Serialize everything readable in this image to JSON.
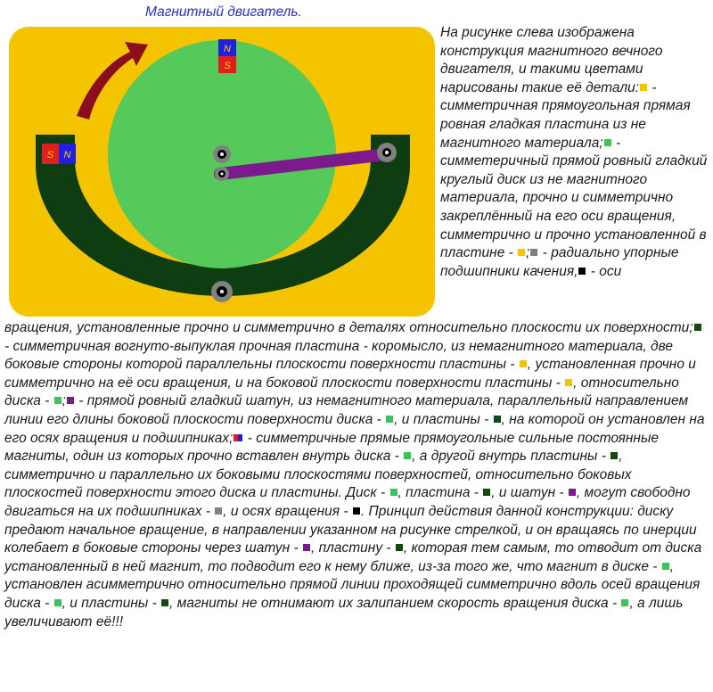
{
  "title": "Магнитный двигатель.",
  "colors": {
    "plate": "#f5c400",
    "disk": "#55c95a",
    "beam": "#0f3d12",
    "rod": "#7b1a8c",
    "arrow": "#8b0f1a",
    "magnet_south": "#e02020",
    "magnet_north": "#2020e0",
    "bearing": "#808080",
    "axis": "#000000"
  },
  "diagram": {
    "disk_magnet": {
      "north": "N",
      "south": "S"
    },
    "beam_magnet": {
      "south": "S",
      "north": "N"
    }
  },
  "right_text": {
    "t1": "На рисунке слева изображена конструкция магнитного вечного двигателя, и такими цветами нарисованы такие её детали:",
    "t2": " - симметричная прямоугольная прямая ровная гладкая пластина из не магнитного материала;",
    "t3": " - симметеричный прямой ровный гладкий круглый диск из не магнитного материала, прочно и симметрично закреплённый на его оси вращения, симметрично и прочно установленной в пластине -",
    "t4": ";",
    "t5": " - радиально упорные подшипники качения,",
    "t6": " - оси"
  },
  "bottom_text": {
    "b1": "вращения, установленные прочно и симметрично в деталях относительно плоскости их поверхности;",
    "b2": " - симметричная вогнуто-выпуклая прочная пластина - коромысло, из немагнитного материала, две боковые стороны которой параллельны плоскости поверхности пластины -",
    "b3": ", установленная прочно и симметрично на её оси вращения, и на боковой плоскости поверхности пластины -",
    "b4": ", относительно диска -",
    "b5": ";",
    "b6": " - прямой ровный гладкий шатун, из немагнитного материала, параллельный направлением линии его длины боковой плоскости поверхности диска -",
    "b7": ", и пластины -",
    "b8": ", на которой он установлен на его осях вращения и подшипниках;",
    "b9": " - симметричные прямые прямоугольные сильные постоянные магниты, один из которых прочно вставлен внутрь диска -",
    "b10": ", а другой внутрь пластины -",
    "b11": ", симметрично и параллельно их боковыми плоскостями поверхностей, относительно боковых плоскостей поверхности этого диска и пластины.  Диск -",
    "b12": ", пластина -",
    "b13": ", и шатун -",
    "b14": ", могут свободно двигаться на их подшипниках -",
    "b15": ", и осях вращения -",
    "b16": ". Принцип действия данной конструкции: диску предают начальное вращение, в направлении указанном на рисунке стрелкой, и он вращаясь по инерции колебает в боковые стороны через шатун -",
    "b17": ", пластину -",
    "b18": ", которая тем самым, то отводит от диска установленный в ней магнит, то подводит его к нему ближе, из-за того же, что магнит в диске -",
    "b19": ", установлен асимметрично относительно прямой линии проходящей симметрично вдоль осей вращения диска -",
    "b20": ", и пластины -",
    "b21": ", магниты не отнимают их залипанием скорость вращения диска -",
    "b22": ", а лишь увеличивают её!!!"
  }
}
